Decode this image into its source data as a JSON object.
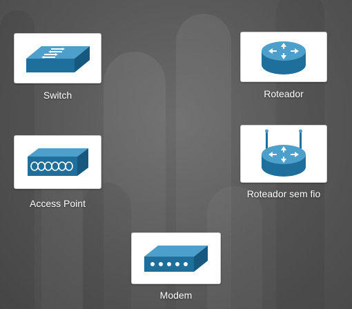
{
  "devices": {
    "switch": {
      "label": "Switch",
      "icon": "switch-icon"
    },
    "router": {
      "label": "Roteador",
      "icon": "router-icon"
    },
    "access_point": {
      "label": "Access Point",
      "icon": "access-point-icon"
    },
    "wireless_router": {
      "label": "Roteador sem fio",
      "icon": "wireless-router-icon"
    },
    "modem": {
      "label": "Modem",
      "icon": "modem-icon"
    }
  },
  "colors": {
    "device_blue": "#1f6f9c",
    "device_top": "#4a9fcb",
    "background": "#5b5b5b",
    "label_text": "#ffffff"
  }
}
